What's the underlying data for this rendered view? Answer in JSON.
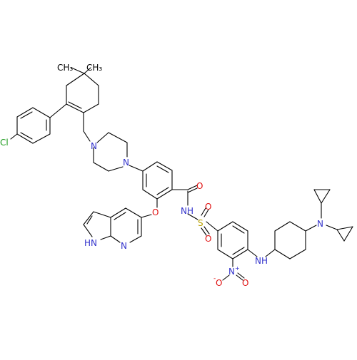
{
  "colors": {
    "bond": "#000000",
    "carbon": "#000000",
    "nitrogen": "#3333cc",
    "oxygen": "#e01010",
    "sulfur": "#b8a000",
    "chlorine": "#1a9a1a"
  },
  "labels": {
    "ch3_left": "CH₃",
    "ch3_right": "CH₃",
    "chlorine": "Cl",
    "n_pip_top": "N",
    "n_pip_bottom": "N",
    "o_carbonyl": "O",
    "nh_amide": "NH",
    "s_sulfonyl": "S",
    "o_sulfonyl_top": "O",
    "o_sulfonyl_bottom": "O",
    "o_ether": "O",
    "nh_pyrrole": "HN",
    "n_pyridine": "N",
    "n_nitro": "N",
    "nitro_plus": "+",
    "o_nitro_left": "O",
    "nitro_minus": "-",
    "o_nitro_right": "O",
    "nh_amine": "NH",
    "n_dicyclopropyl": "N"
  }
}
